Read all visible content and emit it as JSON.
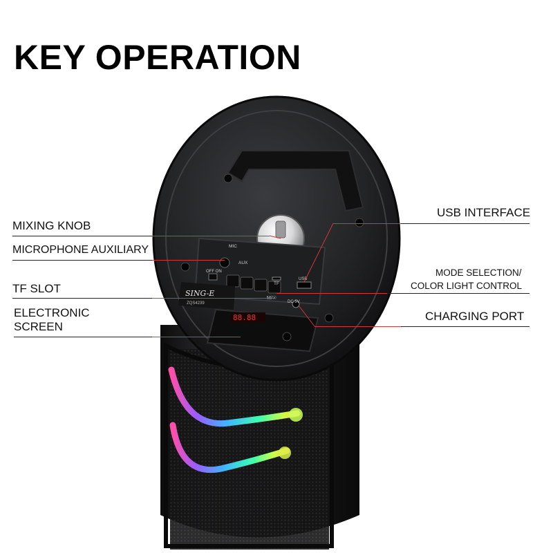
{
  "title": "KEY OPERATION",
  "labels": {
    "mixing_knob": "MIXING KNOB",
    "microphone_auxiliary": "MICROPHONE  AUXILIARY",
    "tf_slot": "TF SLOT",
    "electronic_screen_line1": "ELECTRONIC",
    "electronic_screen_line2": "SCREEN",
    "usb_interface": "USB INTERFACE",
    "mode_selection_line1": "MODE SELECTION/",
    "mode_selection_line2": "COLOR LIGHT CONTROL",
    "charging_port": "CHARGING PORT"
  },
  "panel": {
    "brand": "SING-E",
    "model": "ZQS4239",
    "mic": "MIC",
    "aux": "AUX",
    "off_on": "OFF ON",
    "tf": "TF",
    "usb": "USB",
    "dc": "DC 5V",
    "mode": "M/☉",
    "display": "88.88"
  },
  "colors": {
    "leader_line": "#d0383a",
    "body": "#1a1a1c",
    "led_display": "#e23a2e"
  }
}
